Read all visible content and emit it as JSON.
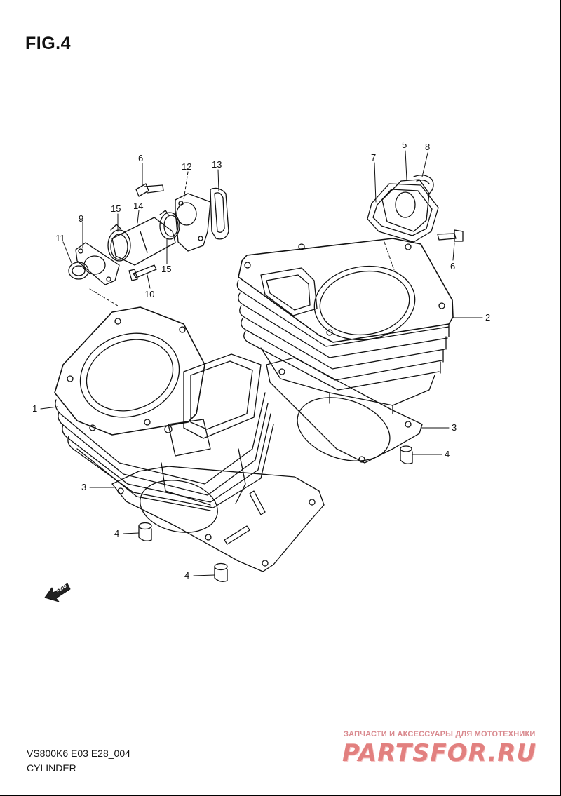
{
  "figure": {
    "title": "FIG.4"
  },
  "callouts": {
    "c1": "1",
    "c2": "2",
    "c3a": "3",
    "c3b": "3",
    "c4a": "4",
    "c4b": "4",
    "c4c": "4",
    "c5": "5",
    "c6a": "6",
    "c6b": "6",
    "c7": "7",
    "c8": "8",
    "c9": "9",
    "c10": "10",
    "c11": "11",
    "c12": "12",
    "c13": "13",
    "c14": "14",
    "c15a": "15",
    "c15b": "15"
  },
  "fwd": {
    "label": "FWD"
  },
  "footer": {
    "code": "VS800K6 E03 E28_004",
    "caption": "CYLINDER"
  },
  "watermark": {
    "tagline": "ЗАПЧАСТИ И АКСЕССУАРЫ ДЛЯ МОТОТЕХНИКИ",
    "logo": "PARTSFOR.RU"
  }
}
